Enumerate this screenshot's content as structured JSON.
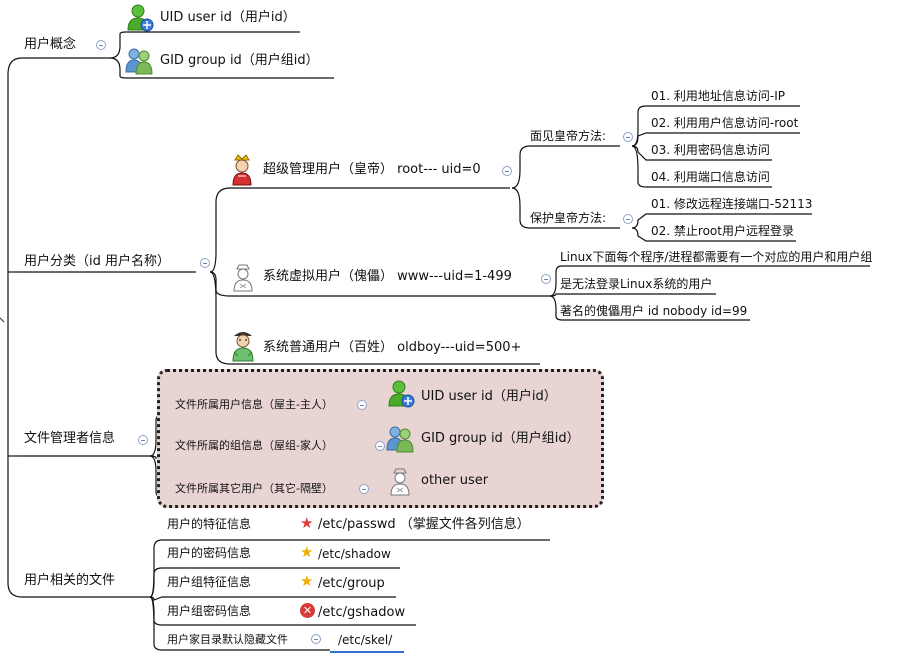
{
  "nodes": {
    "concept": "用户概念",
    "uid": "UID user id（用户id）",
    "gid": "GID group id（用户组id）",
    "category": "用户分类（id 用户名称）",
    "super": "超级管理用户（皇帝） root--- uid=0",
    "meet": "面见皇帝方法:",
    "meet_items": [
      "01. 利用地址信息访问-IP",
      "02. 利用用户信息访问-root",
      "03. 利用密码信息访问",
      "04. 利用端口信息访问"
    ],
    "protect": "保护皇帝方法:",
    "protect_items": [
      "01. 修改远程连接端口-52113",
      "02. 禁止root用户远程登录"
    ],
    "virtual": "系统虚拟用户（傀儡） www---uid=1-499",
    "virtual_items": [
      "Linux下面每个程序/进程都需要有一个对应的用户和用户组",
      "是无法登录Linux系统的用户",
      "著名的傀儡用户 id nobody id=99"
    ],
    "normal": "系统普通用户（百姓） oldboy---uid=500+",
    "owner": "文件管理者信息",
    "owner_user": "文件所属用户信息（屋主-主人）",
    "owner_user_val": "UID user id（用户id）",
    "owner_group": "文件所属的组信息（屋组-家人）",
    "owner_group_val": "GID group id（用户组id）",
    "owner_other": "文件所属其它用户（其它-隔壁）",
    "owner_other_val": "other user",
    "files": "用户相关的文件",
    "f1": "用户的特征信息",
    "f1v": "/etc/passwd （掌握文件各列信息）",
    "f2": "用户的密码信息",
    "f2v": "/etc/shadow",
    "f3": "用户组特征信息",
    "f3v": "/etc/group",
    "f4": "用户组密码信息",
    "f4v": "/etc/gshadow",
    "f5": "用户家目录默认隐藏文件",
    "f5v": "/etc/skel/"
  },
  "icons": {
    "user": "user-green-icon",
    "group": "group-icon",
    "king": "king-icon",
    "puppet": "puppet-icon",
    "commoner": "commoner-icon",
    "star": "star-icon",
    "cross": "cross-icon"
  },
  "colors": {
    "star_red": "#e23b3b",
    "star_gold": "#f0b000",
    "box_fill": "#e8d4d3",
    "cross": "#d63a3a"
  }
}
